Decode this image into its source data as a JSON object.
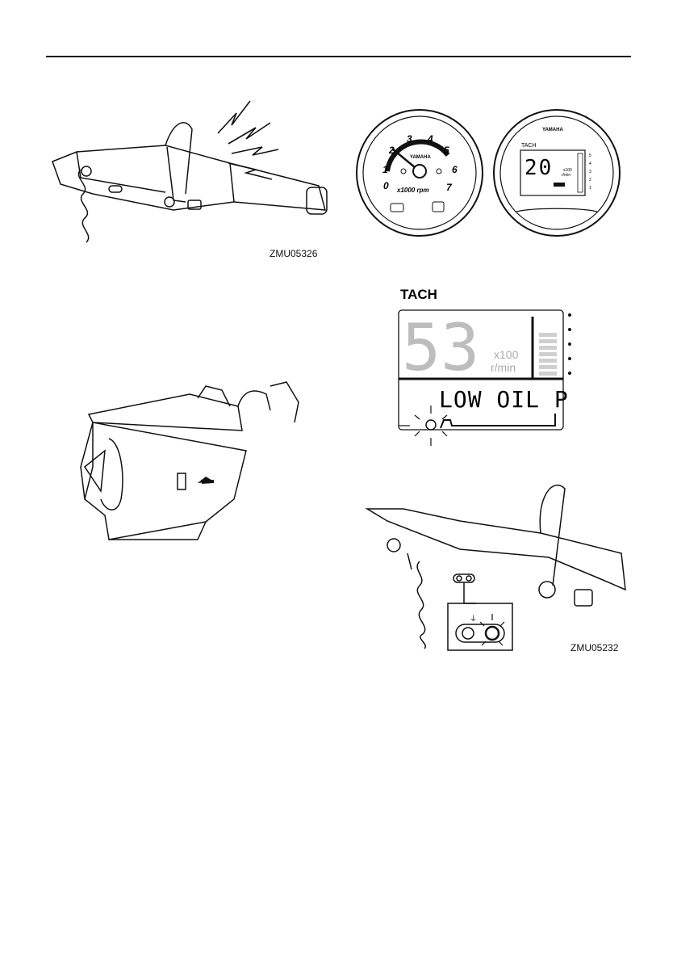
{
  "figures": {
    "tiller_warning": {
      "code": "ZMU05326"
    },
    "gauges": {
      "analog": {
        "brand": "YAMAHA",
        "unit": "x1000 rpm",
        "ticks": [
          "0",
          "1",
          "2",
          "3",
          "4",
          "5",
          "6",
          "7"
        ]
      },
      "digital": {
        "brand": "YAMAHA",
        "label": "TACH",
        "value": "20",
        "unit_top": "x100",
        "unit_bottom": "r/min",
        "scale": [
          "5",
          "4",
          "3",
          "2",
          "1"
        ]
      }
    },
    "tach_display": {
      "label": "TACH",
      "value": "53",
      "unit_top": "x100",
      "unit_bottom": "r/min",
      "message": "LOW OIL P"
    },
    "tiller_indicator": {
      "code": "ZMU05232"
    }
  }
}
